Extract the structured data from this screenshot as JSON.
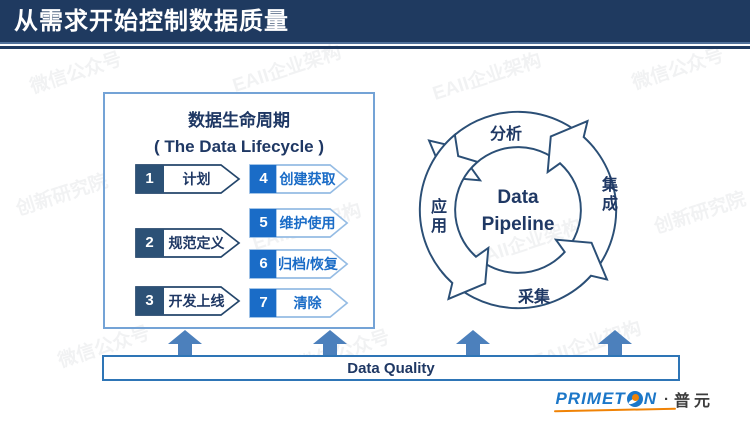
{
  "slide_title": "从需求开始控制数据质量",
  "lifecycle": {
    "title_cn": "数据生命周期",
    "title_en": "( The Data Lifecycle )",
    "items": [
      {
        "num": "1",
        "label": "计划"
      },
      {
        "num": "2",
        "label": "规范定义"
      },
      {
        "num": "3",
        "label": "开发上线"
      },
      {
        "num": "4",
        "label": "创建获取"
      },
      {
        "num": "5",
        "label": "维护使用"
      },
      {
        "num": "6",
        "label": "归档/恢复"
      },
      {
        "num": "7",
        "label": "清除"
      }
    ]
  },
  "cycle": {
    "center_line1": "Data",
    "center_line2": "Pipeline",
    "label_top": "分析",
    "label_right": "集成",
    "label_bottom": "采集",
    "label_left": "应用"
  },
  "quality_bar": {
    "label": "Data Quality"
  },
  "logo": {
    "brand_left": "PRIMET",
    "brand_right": "N",
    "separator": "·",
    "company": "普元"
  },
  "watermark": {
    "tokens": [
      "EAII企业架构",
      "微信公众号",
      "创新研究院"
    ]
  },
  "colors": {
    "header_navy": "#1F3A60",
    "dark_navy_text": "#1F3864",
    "dark_step_fill": "#2C5176",
    "bright_blue": "#1A6CC7",
    "light_blue_border": "#95BCE4",
    "panel_border": "#74A3D6",
    "cycle_stroke": "#2B4F76",
    "bar_border": "#2E75B6",
    "bar_arrow_fill": "#4C80BC",
    "logo_blue": "#1C77C8",
    "logo_orange": "#F08306"
  }
}
